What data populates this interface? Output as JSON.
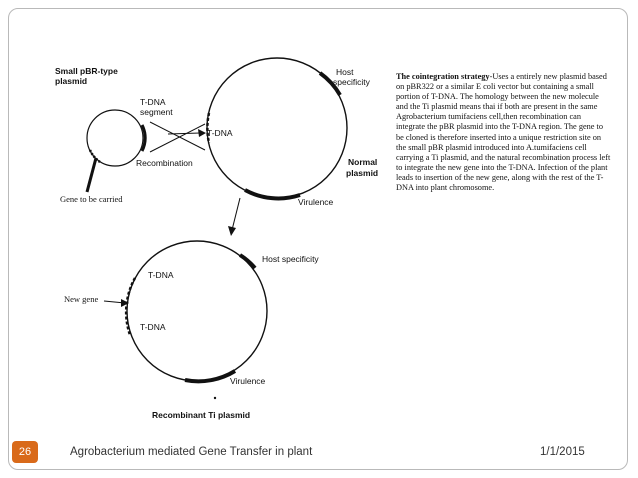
{
  "slide": {
    "number": "26",
    "title": "Agrobacterium mediated Gene Transfer in plant",
    "date": "1/1/2015"
  },
  "diagram": {
    "small_plasmid_label_1": "Small pBR-type",
    "small_plasmid_label_2": "plasmid",
    "tdna_segment_label_1": "T-DNA",
    "tdna_segment_label_2": "segment",
    "recombination_label": "Recombination",
    "tdna_label_top": "T-DNA",
    "host_specificity_top_1": "Host",
    "host_specificity_top_2": "specificity",
    "normal_plasmid_1": "Normal",
    "normal_plasmid_2": "plasmid",
    "virulence_top": "Virulence",
    "gene_to_be_carried": "Gene to be carried",
    "host_specificity_bottom": "Host specificity",
    "tdna_label_bottom_1": "T-DNA",
    "tdna_label_bottom_2": "T-DNA",
    "new_gene": "New gene",
    "virulence_bottom": "Virulence",
    "recombinant_ti": "Recombinant Ti plasmid"
  },
  "text": {
    "heading": "The cointegration strategy",
    "body": "-Uses a entirely new plasmid based on pBR322 or a similar E coli vector but containing a small portion of T-DNA. The homology between the new molecule and the Ti plasmid means thai if both are present in the same Agrobacterium tumifaciens cell,then recombination can integrate the pBR plasmid into the T-DNA region. The gene to be cloned is therefore inserted into a unique restriction site on the small pBR plasmid introduced into A.tumifaciens cell carrying a Ti plasmid, and the natural recombination process left to integrate the new gene into the T-DNA. Infection of the plant leads to insertion of the new gene, along with the rest of the T-DNA into plant chromosome."
  }
}
